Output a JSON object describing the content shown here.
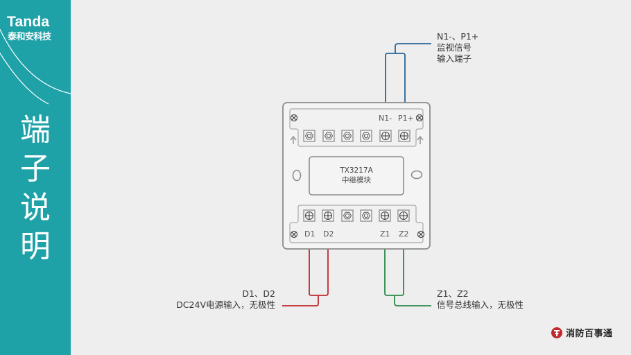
{
  "brand": {
    "name_en": "Tanda",
    "name_cn": "泰和安科技",
    "color": "#1fa1a8"
  },
  "sidebar": {
    "title_chars": [
      "端",
      "子",
      "说",
      "明"
    ]
  },
  "device": {
    "model": "TX3217A",
    "name": "中继模块",
    "top_terminals": {
      "labels": [
        "N1-",
        "P1+"
      ]
    },
    "bottom_terminals": {
      "labels": [
        "D1",
        "D2",
        "Z1",
        "Z2"
      ]
    }
  },
  "annotations": {
    "top": {
      "line1": "N1-、P1+",
      "line2": "监视信号",
      "line3": "输入端子",
      "color": "#2a6496"
    },
    "bottom_left": {
      "line1": "D1、D2",
      "line2": "DC24V电源输入，无极性",
      "color": "#c0282d"
    },
    "bottom_right": {
      "line1": "Z1、Z2",
      "line2": "信号总线输入，无极性",
      "color": "#2a8a4a"
    }
  },
  "footer": {
    "logo_text": "消防百事通",
    "logo_color": "#c0282d"
  }
}
